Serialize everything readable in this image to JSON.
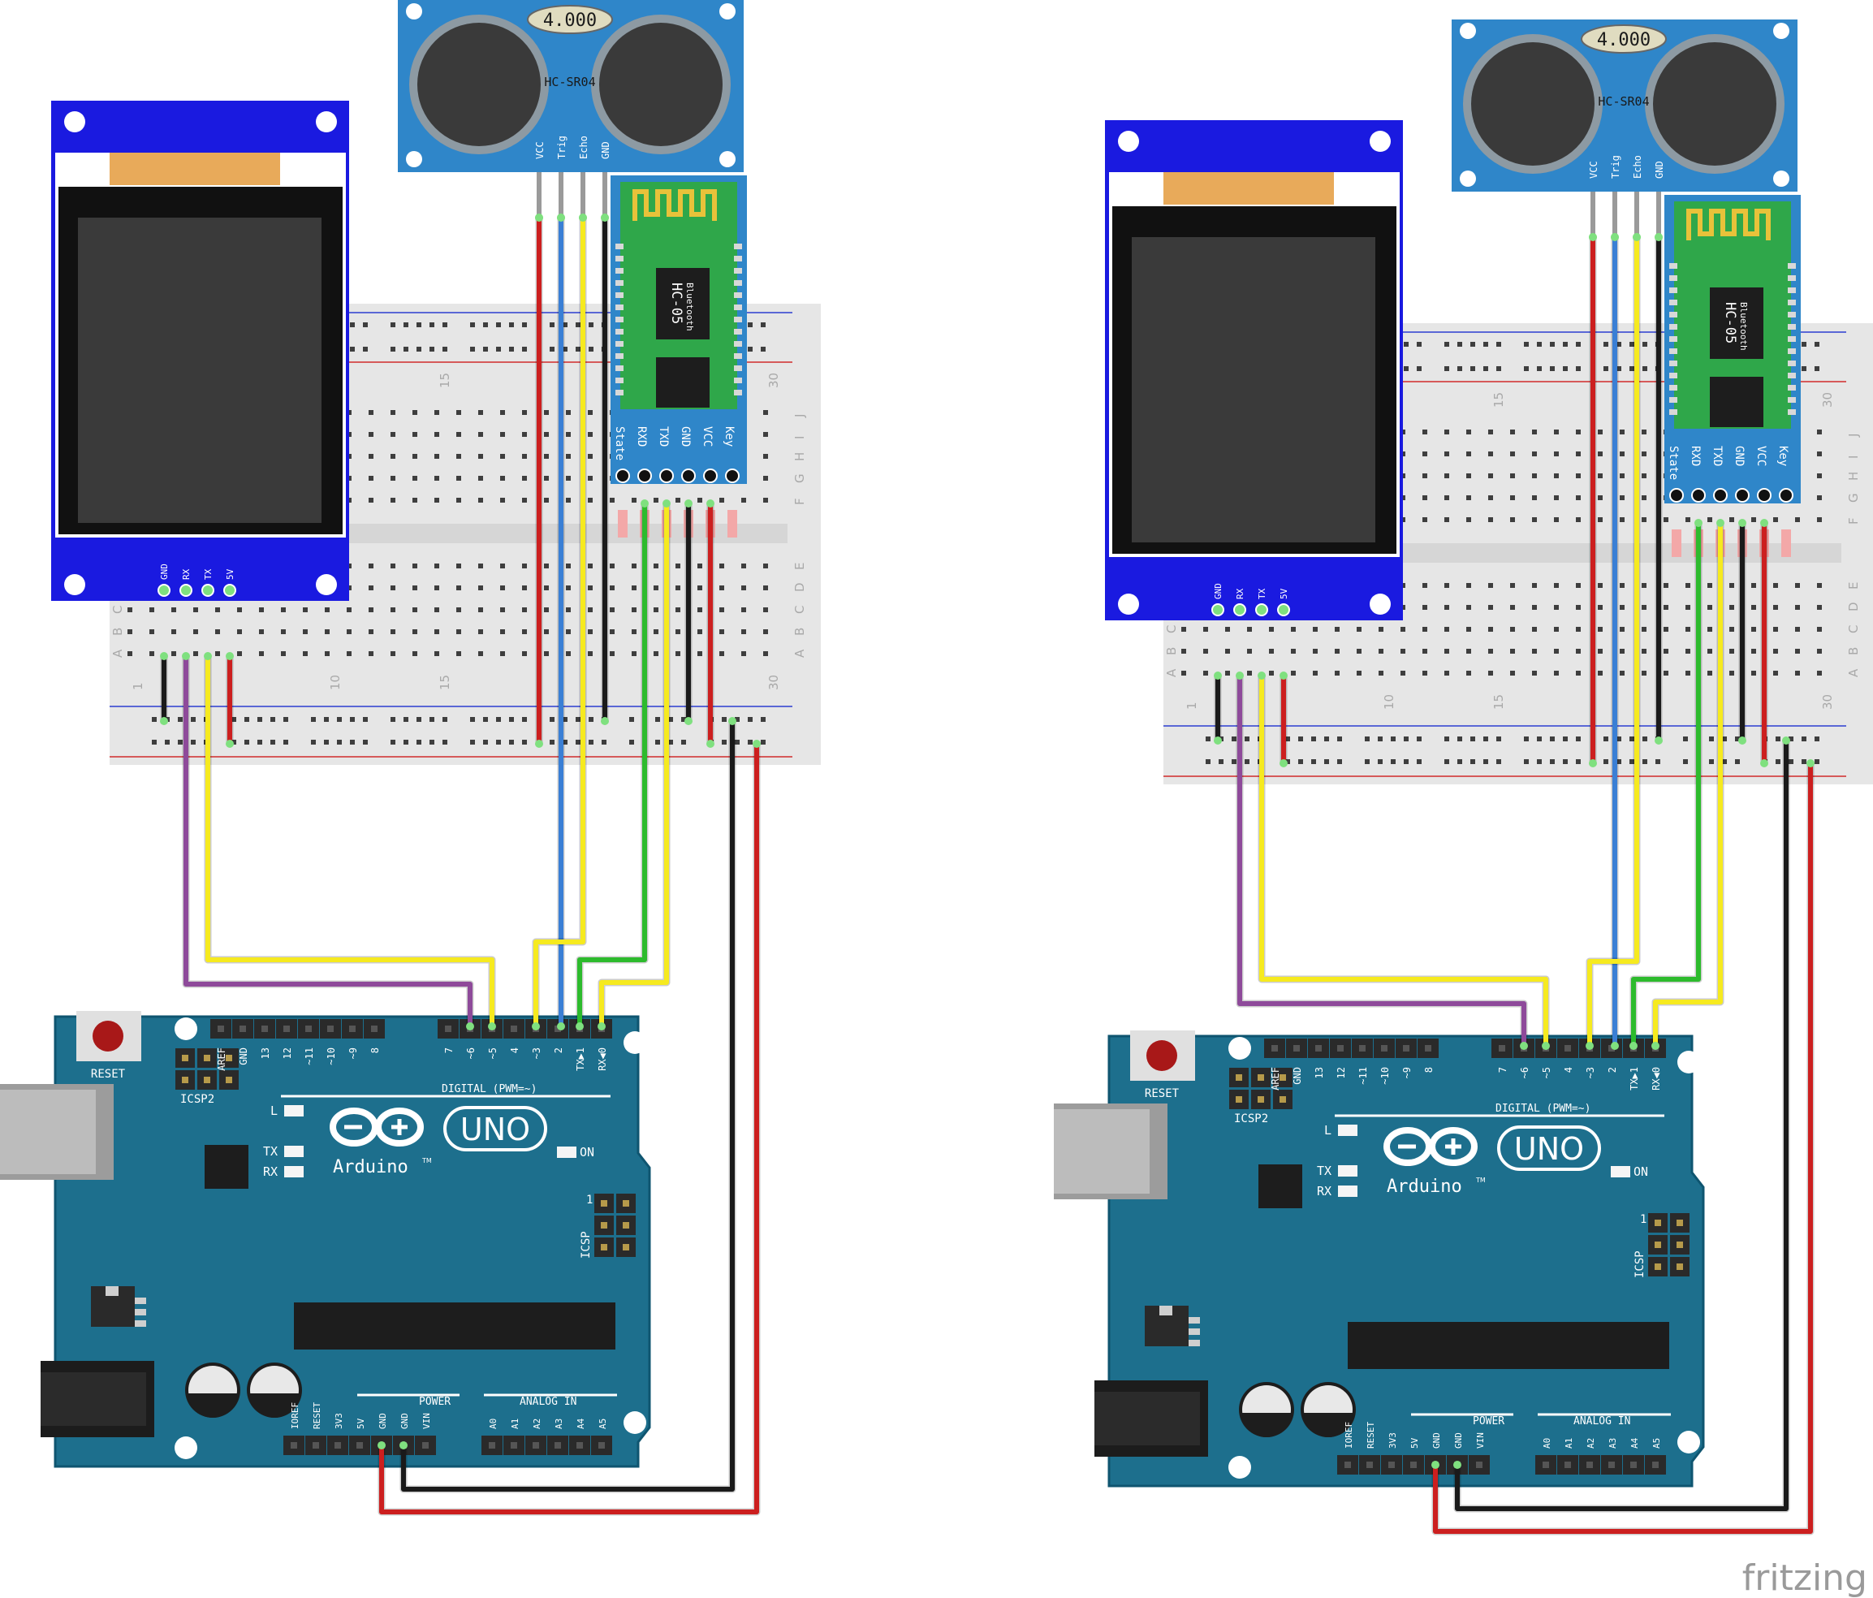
{
  "hcsr04": {
    "crystal": "4.000",
    "model": "HC-SR04",
    "pins": [
      "VCC",
      "Trig",
      "Echo",
      "GND"
    ]
  },
  "hc05": {
    "model": "HC-05",
    "sub": "Bluetooth",
    "pins": [
      "State",
      "RXD",
      "TXD",
      "GND",
      "VCC",
      "Key"
    ]
  },
  "tft": {
    "pins": [
      "GND",
      "RX",
      "TX",
      "5V"
    ]
  },
  "breadboard": {
    "col_labels": [
      "1",
      "10",
      "15",
      "30"
    ],
    "row_labels_top": [
      "F",
      "G",
      "H",
      "I",
      "J"
    ],
    "row_labels_bottom": [
      "A",
      "B",
      "C",
      "D",
      "E"
    ]
  },
  "arduino": {
    "reset": "RESET",
    "icsp2": "ICSP2",
    "icsp": "ICSP",
    "icsp_pin1": "1",
    "logo_uno": "UNO",
    "logo_arduino": "Arduino",
    "logo_tm": "TM",
    "digital": "DIGITAL (PWM=~)",
    "led_l": "L",
    "led_tx": "TX",
    "led_rx": "RX",
    "on": "ON",
    "power": "POWER",
    "analog": "ANALOG IN",
    "header_top": [
      "AREF",
      "GND",
      "13",
      "12",
      "~11",
      "~10",
      "~9",
      "8",
      "7",
      "~6",
      "~5",
      "4",
      "~3",
      "2",
      "TX▶1",
      "RX◀0"
    ],
    "header_power": [
      "IOREF",
      "RESET",
      "3V3",
      "5V",
      "GND",
      "GND",
      "VIN"
    ],
    "header_analog": [
      "A0",
      "A1",
      "A2",
      "A3",
      "A4",
      "A5"
    ]
  },
  "watermark": "fritzing",
  "colors": {
    "board": "#1d6f8d",
    "bb": "#e6e6e6",
    "wire_red": "#cc1f1f",
    "wire_blue": "#3a7fd5",
    "wire_yellow": "#f6ea1f",
    "wire_green": "#2dbb2d",
    "wire_purple": "#8e4a9a",
    "wire_black": "#1a1a1a",
    "module_blue": "#2f86c9",
    "tft_blue": "#1a1ae0"
  }
}
